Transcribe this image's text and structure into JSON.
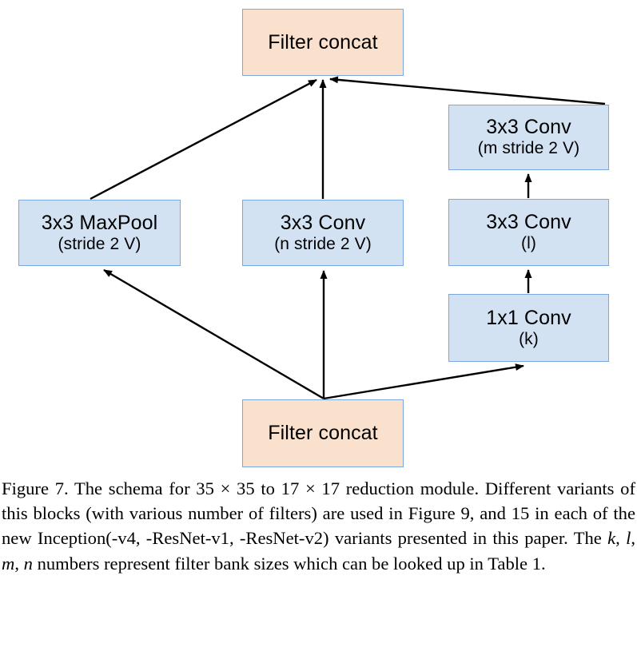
{
  "figure": {
    "nodes": [
      {
        "id": "top-concat",
        "line1": "Filter concat",
        "line2": "",
        "fill": "#fae1cd",
        "stroke": "#7da7e0"
      },
      {
        "id": "conv-m",
        "line1": "3x3 Conv",
        "line2": "(m stride 2 V)",
        "fill": "#d3e2f2",
        "stroke": "#7da7e0"
      },
      {
        "id": "maxpool",
        "line1": "3x3 MaxPool",
        "line2": "(stride 2 V)",
        "fill": "#d3e2f2",
        "stroke": "#7da7e0"
      },
      {
        "id": "conv-n",
        "line1": "3x3 Conv",
        "line2": "(n stride 2 V)",
        "fill": "#d3e2f2",
        "stroke": "#7da7e0"
      },
      {
        "id": "conv-l",
        "line1": "3x3 Conv",
        "line2": "(l)",
        "fill": "#d3e2f2",
        "stroke": "#7da7e0"
      },
      {
        "id": "conv-k",
        "line1": "1x1 Conv",
        "line2": "(k)",
        "fill": "#d3e2f2",
        "stroke": "#7da7e0"
      },
      {
        "id": "bottom-concat",
        "line1": "Filter concat",
        "line2": "",
        "fill": "#fae1cd",
        "stroke": "#7da7e0"
      }
    ],
    "edges": [
      {
        "from": "bottom-concat",
        "to": "maxpool"
      },
      {
        "from": "bottom-concat",
        "to": "conv-n"
      },
      {
        "from": "bottom-concat",
        "to": "conv-k"
      },
      {
        "from": "conv-k",
        "to": "conv-l"
      },
      {
        "from": "conv-l",
        "to": "conv-m"
      },
      {
        "from": "maxpool",
        "to": "top-concat"
      },
      {
        "from": "conv-n",
        "to": "top-concat"
      },
      {
        "from": "conv-m",
        "to": "top-concat"
      }
    ],
    "arrow_color": "#000000"
  },
  "caption": {
    "label": "Figure 7.",
    "text_1": " The schema for ",
    "m35a": "35",
    "times1": " × ",
    "m35b": "35",
    "text_2": " to ",
    "m17a": "17",
    "times2": " × ",
    "m17b": "17",
    "text_3": " reduction module. Different variants of this blocks (with various number of filters) are used in Figure 9, and 15 in each of the new Inception(-v4, -ResNet-v1, -ResNet-v2) variants presented in this paper. The ",
    "var_k": "k",
    "sep1": ", ",
    "var_l": "l",
    "sep2": ", ",
    "var_m": "m",
    "sep3": ", ",
    "var_n": "n",
    "text_4": " numbers represent filter bank sizes which can be looked up in Table 1."
  }
}
